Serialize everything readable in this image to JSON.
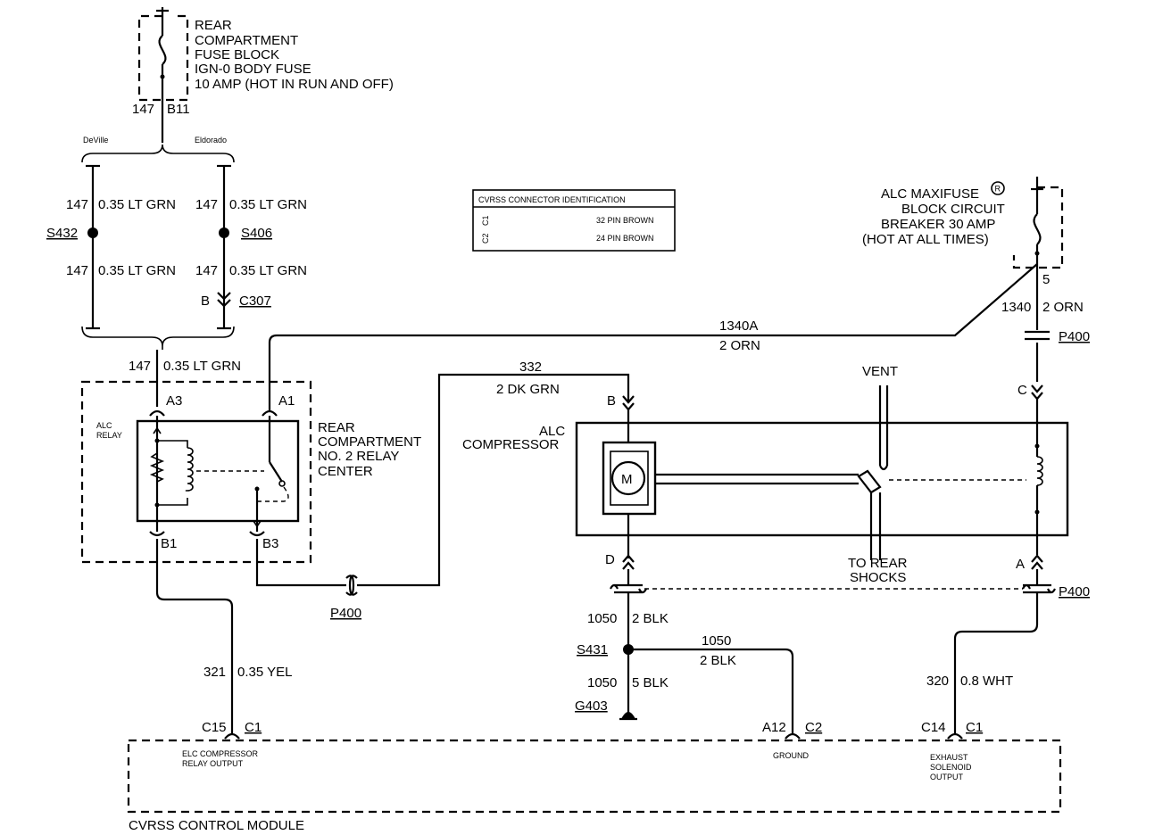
{
  "fuse_block": {
    "line1": "REAR",
    "line2": "COMPARTMENT",
    "line3": "FUSE BLOCK",
    "line4": "IGN-0 BODY FUSE",
    "line5": "10 AMP (HOT IN RUN AND OFF)",
    "circuit": "147",
    "pin": "B11"
  },
  "variants": {
    "left": "DeVille",
    "right": "Eldorado"
  },
  "left_branch": {
    "wire_top": "147",
    "wire_top_spec": "0.35 LT GRN",
    "splice": "S432",
    "wire_bottom": "147",
    "wire_bottom_spec": "0.35 LT GRN"
  },
  "right_branch": {
    "wire_top": "147",
    "wire_top_spec": "0.35 LT GRN",
    "splice": "S406",
    "wire_bottom": "147",
    "wire_bottom_spec": "0.35 LT GRN",
    "connector_pin": "B",
    "connector": "C307"
  },
  "connector_table": {
    "title": "CVRSS CONNECTOR IDENTIFICATION",
    "rows": [
      {
        "id": "C1",
        "desc": "32 PIN BROWN"
      },
      {
        "id": "C2",
        "desc": "24 PIN BROWN"
      }
    ]
  },
  "maxifuse": {
    "line1": "ALC MAXIFUSE",
    "registered": "R",
    "line2": "BLOCK CIRCUIT",
    "line3": "BREAKER 30 AMP",
    "line4": "(HOT AT ALL TIMES)",
    "pin": "5",
    "wire_circuit": "1340",
    "wire_spec": "2 ORN"
  },
  "feed_wire": {
    "circuit": "1340A",
    "spec": "2 ORN"
  },
  "relay_feed": {
    "circuit": "147",
    "spec": "0.35 LT GRN"
  },
  "relay_center": {
    "line1": "REAR",
    "line2": "COMPARTMENT",
    "line3": "NO. 2 RELAY",
    "line4": "CENTER",
    "relay_line1": "ALC",
    "relay_line2": "RELAY",
    "pin_a3": "A3",
    "pin_a1": "A1",
    "pin_b1": "B1",
    "pin_b3": "B3"
  },
  "compressor_wire": {
    "circuit": "332",
    "spec": "2 DK GRN"
  },
  "compressor": {
    "line1": "ALC",
    "line2": "COMPRESSOR",
    "motor": "M",
    "pin_b": "B",
    "pin_d": "D",
    "pin_c": "C",
    "pin_a": "A",
    "vent": "VENT",
    "shocks1": "TO REAR",
    "shocks2": "SHOCKS"
  },
  "connectors": {
    "p400_top": "P400",
    "p400_mid": "P400",
    "p400_bottom": "P400"
  },
  "ground_circuit": {
    "wire1_circuit": "1050",
    "wire1_spec": "2 BLK",
    "splice": "S431",
    "wire2_circuit": "1050",
    "wire2_spec": "2 BLK",
    "wire3_circuit": "1050",
    "wire3_spec": "5 BLK",
    "ground": "G403"
  },
  "relay_output_wire": {
    "circuit": "321",
    "spec": "0.35 YEL"
  },
  "exhaust_wire": {
    "circuit": "320",
    "spec": "0.8 WHT"
  },
  "module": {
    "name": "CVRSS CONTROL MODULE",
    "pin1": "C15",
    "conn1": "C1",
    "label1_line1": "ELC COMPRESSOR",
    "label1_line2": "RELAY OUTPUT",
    "pin2": "A12",
    "conn2": "C2",
    "label2": "GROUND",
    "pin3": "C14",
    "conn3": "C1",
    "label3_line1": "EXHAUST",
    "label3_line2": "SOLENOID",
    "label3_line3": "OUTPUT"
  }
}
